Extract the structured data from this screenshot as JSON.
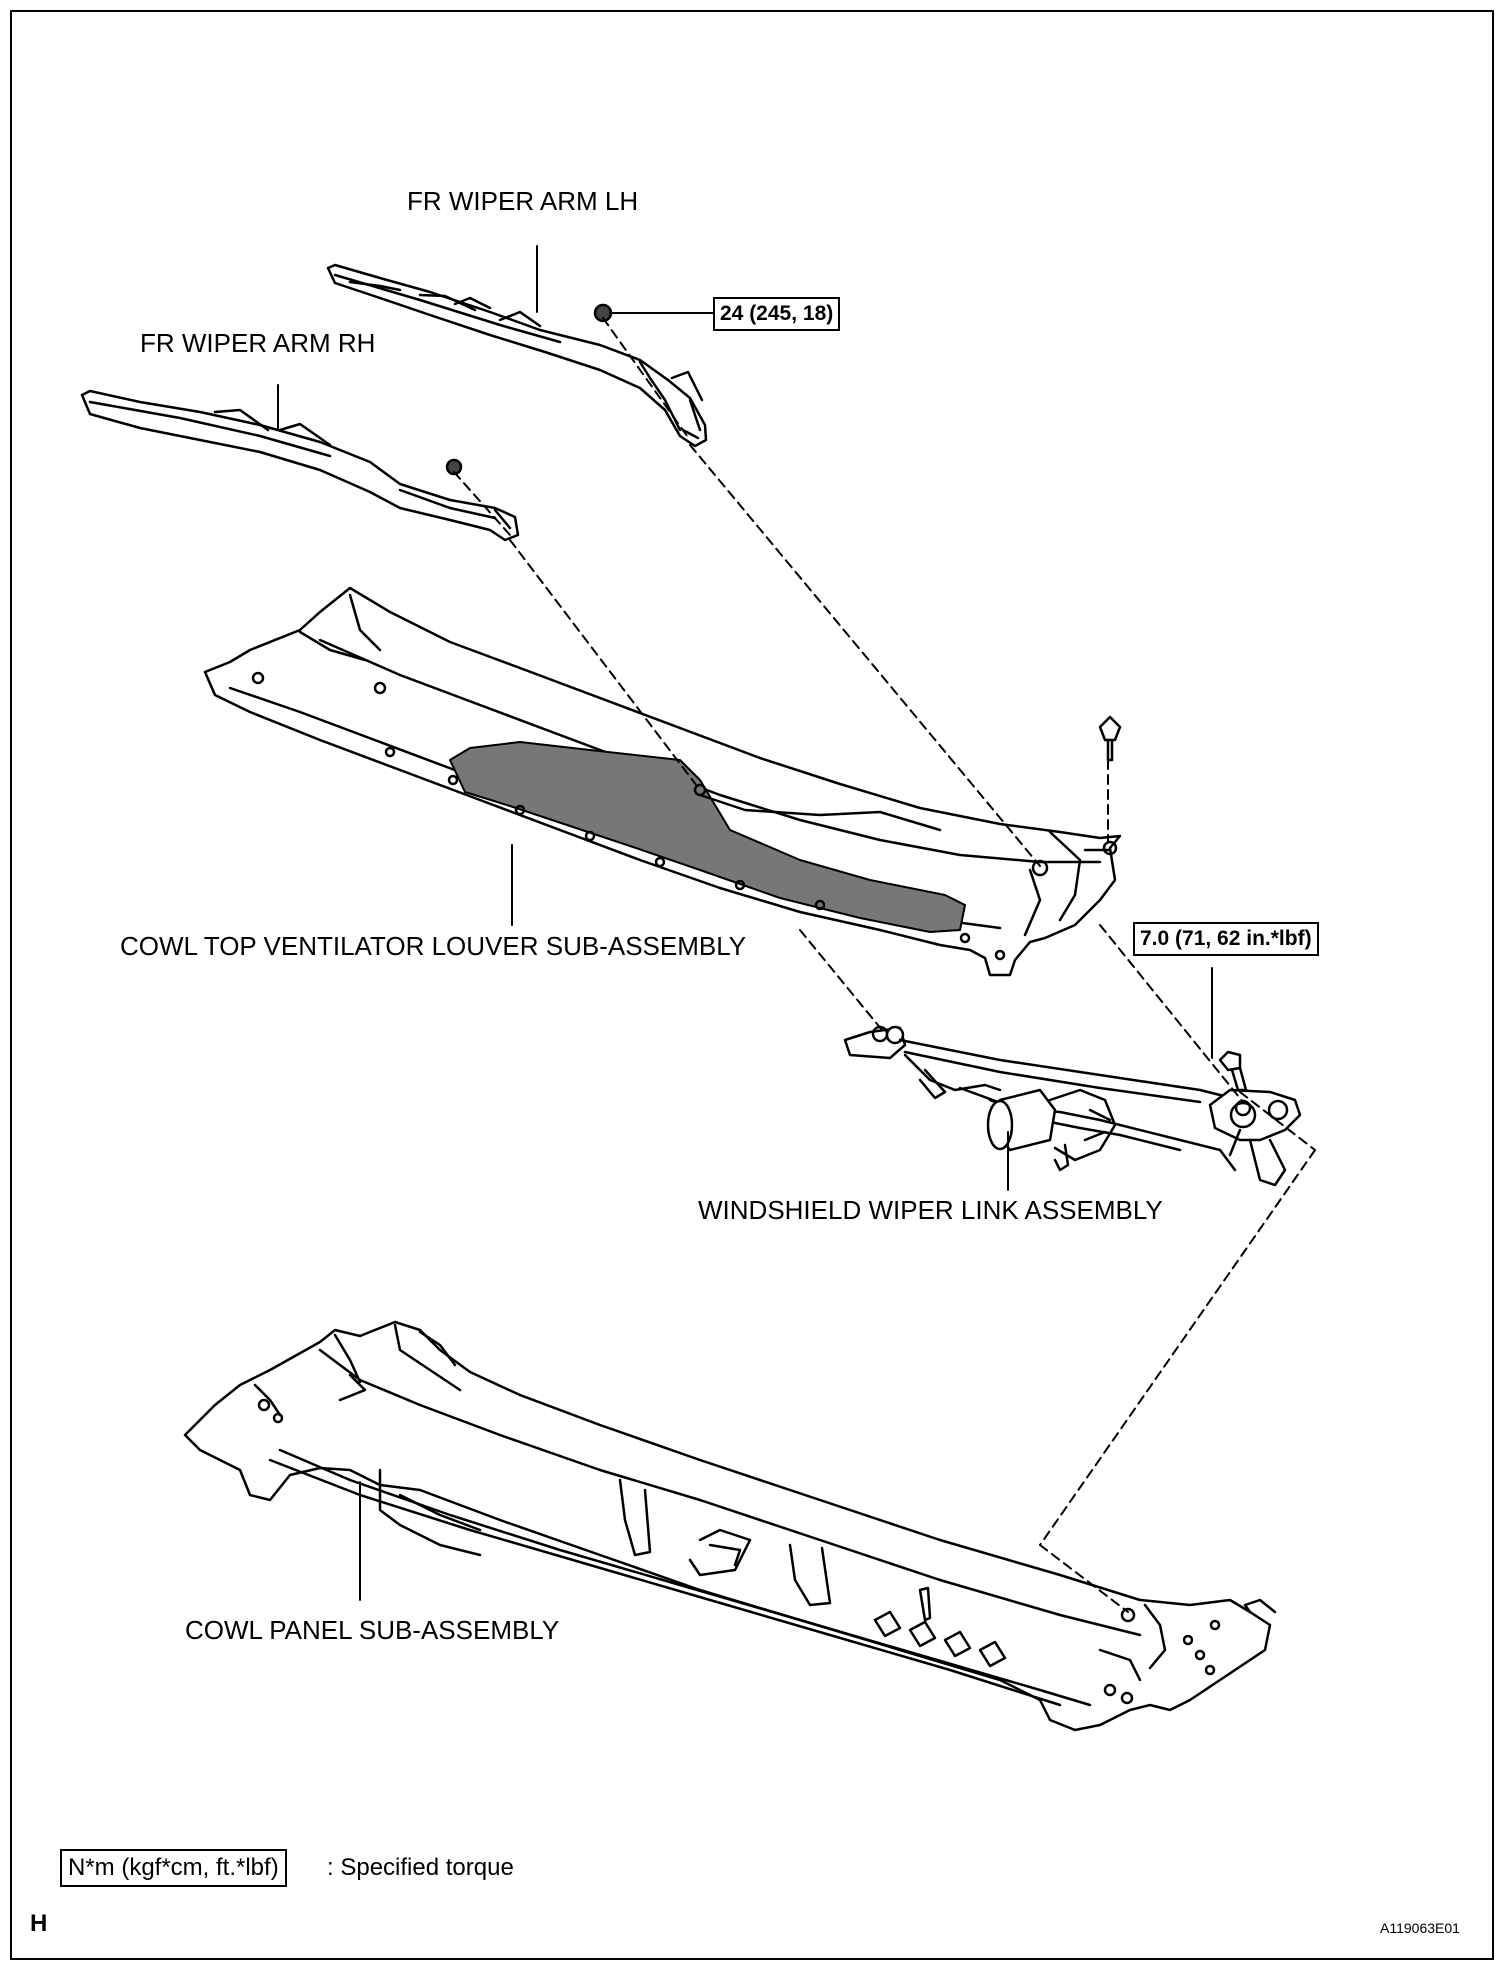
{
  "labels": {
    "arm_lh": "FR WIPER ARM LH",
    "arm_rh": "FR WIPER ARM RH",
    "louver": "COWL TOP VENTILATOR LOUVER SUB-ASSEMBLY",
    "link": "WINDSHIELD WIPER LINK ASSEMBLY",
    "cowl_panel": "COWL PANEL SUB-ASSEMBLY"
  },
  "torque": {
    "arm_nut": "24 (245, 18)",
    "link_bolt": "7.0 (71, 62 in.*lbf)"
  },
  "legend": {
    "units": "N*m (kgf*cm, ft.*lbf)",
    "description": ": Specified torque"
  },
  "footer": {
    "section_letter": "H",
    "figure_id": "A119063E01"
  }
}
